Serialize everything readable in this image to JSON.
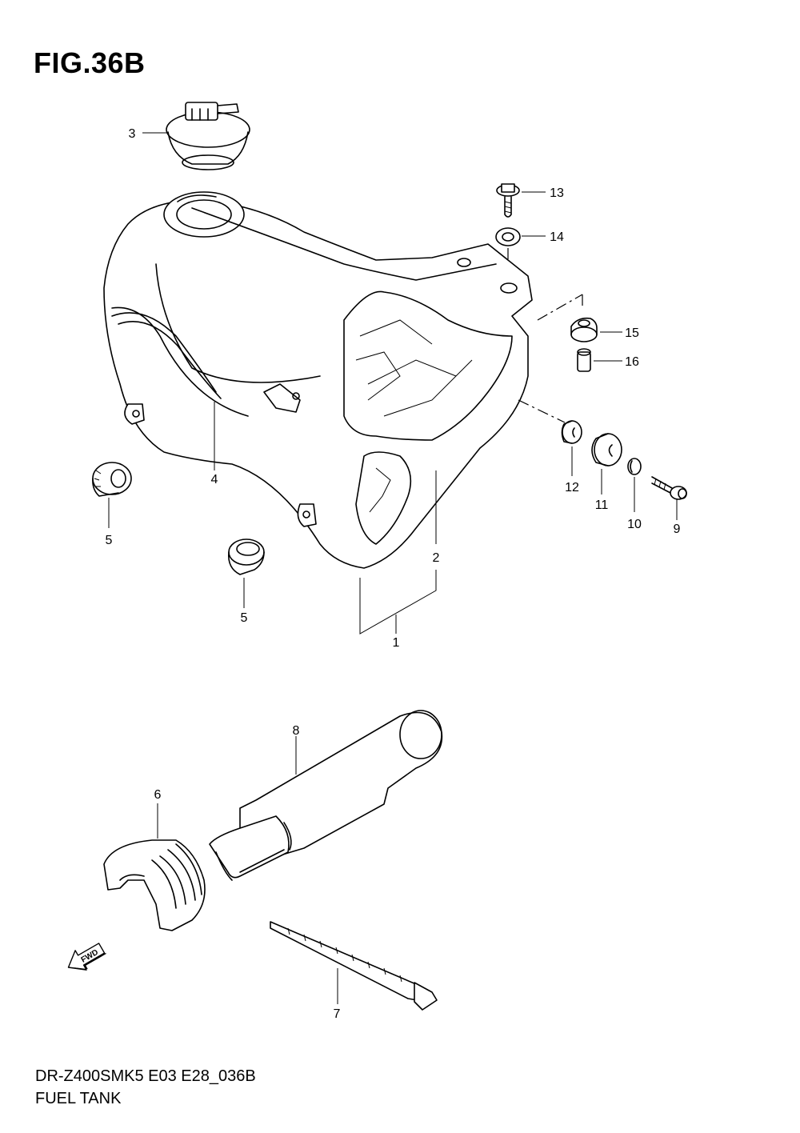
{
  "figure": {
    "title": "FIG.36B",
    "model_code": "DR-Z400SMK5 E03 E28_036B",
    "section_name": "FUEL TANK",
    "fwd_label": "FWD"
  },
  "callouts": [
    {
      "id": "1",
      "label": "1"
    },
    {
      "id": "2",
      "label": "2"
    },
    {
      "id": "3",
      "label": "3"
    },
    {
      "id": "4",
      "label": "4"
    },
    {
      "id": "5a",
      "label": "5"
    },
    {
      "id": "5b",
      "label": "5"
    },
    {
      "id": "6",
      "label": "6"
    },
    {
      "id": "7",
      "label": "7"
    },
    {
      "id": "8",
      "label": "8"
    },
    {
      "id": "9",
      "label": "9"
    },
    {
      "id": "10",
      "label": "10"
    },
    {
      "id": "11",
      "label": "11"
    },
    {
      "id": "12",
      "label": "12"
    },
    {
      "id": "13",
      "label": "13"
    },
    {
      "id": "14",
      "label": "14"
    },
    {
      "id": "15",
      "label": "15"
    },
    {
      "id": "16",
      "label": "16"
    }
  ],
  "colors": {
    "line": "#000000",
    "background": "#ffffff"
  }
}
